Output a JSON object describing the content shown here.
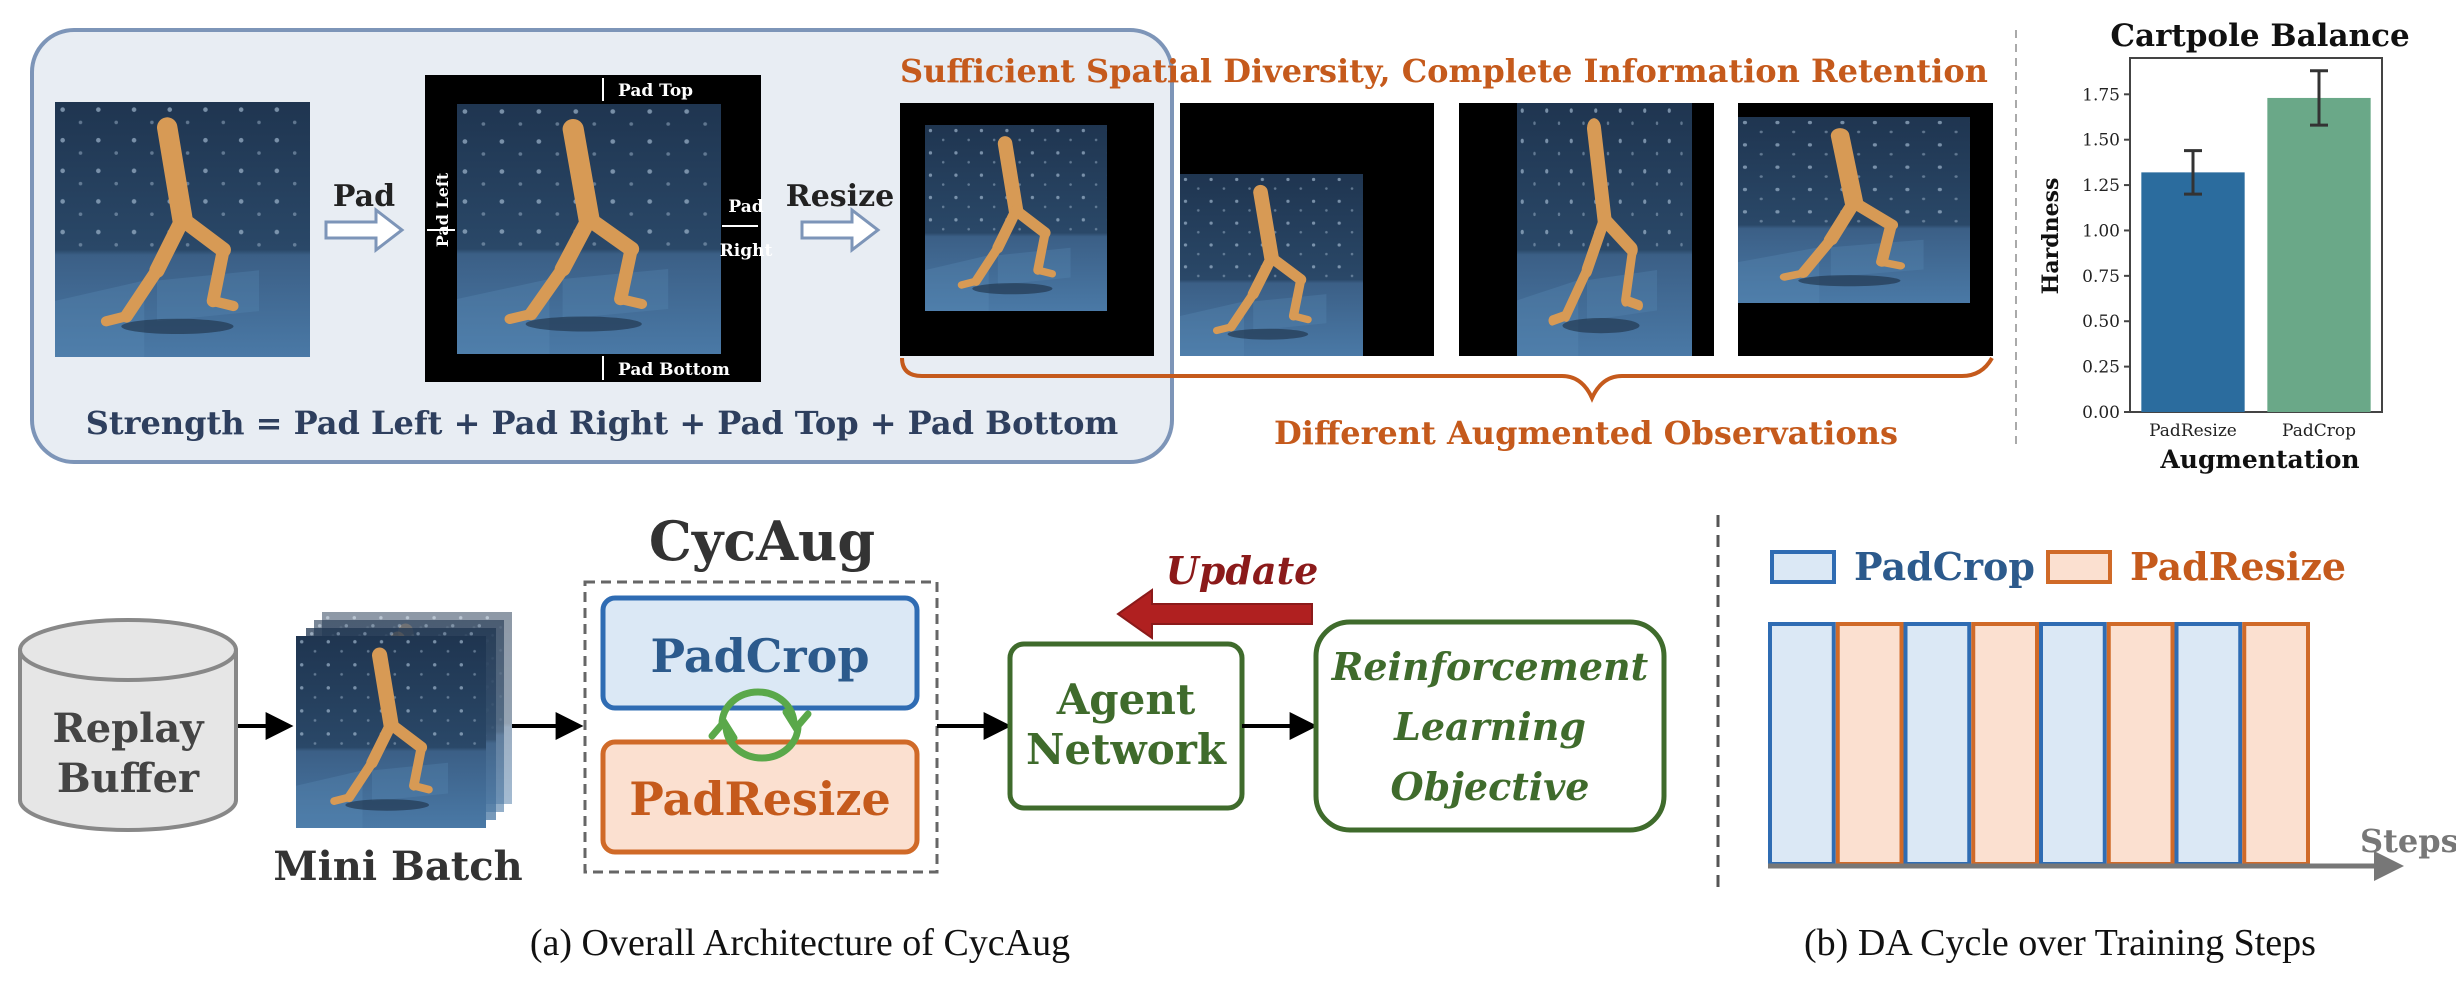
{
  "pad_section": {
    "pad_label": "Pad",
    "resize_label": "Resize",
    "pad_top": "Pad Top",
    "pad_bottom": "Pad Bottom",
    "pad_left": "Pad Left",
    "pad_right_1": "Pad",
    "pad_right_2": "Right",
    "strength_formula": "Strength = Pad Left + Pad Right + Pad Top + Pad Bottom"
  },
  "augmented": {
    "top_caption": "Sufficient Spatial Diversity, Complete Information Retention",
    "bottom_caption": "Different Augmented Observations"
  },
  "architecture": {
    "cycaug_title": "CycAug",
    "padcrop": "PadCrop",
    "padresize": "PadResize",
    "replay_buffer_1": "Replay",
    "replay_buffer_2": "Buffer",
    "mini_batch": "Mini Batch",
    "agent_network_1": "Agent",
    "agent_network_2": "Network",
    "rl_objective_1": "Reinforcement",
    "rl_objective_2": "Learning",
    "rl_objective_3": "Objective",
    "update": "Update",
    "caption": "(a) Overall Architecture of CycAug"
  },
  "cycle": {
    "legend_padcrop": "PadCrop",
    "legend_padresize": "PadResize",
    "steps": "Steps",
    "sequence": [
      "PadCrop",
      "PadResize",
      "PadCrop",
      "PadResize",
      "PadCrop",
      "PadResize",
      "PadCrop",
      "PadResize"
    ],
    "caption": "(b) DA Cycle over Training Steps"
  },
  "chart_data": {
    "type": "bar",
    "title": "Cartpole Balance",
    "xlabel": "Augmentation",
    "ylabel": "Hardness",
    "categories": [
      "PadResize",
      "PadCrop"
    ],
    "values": [
      1.32,
      1.73
    ],
    "errors": [
      0.12,
      0.15
    ],
    "ylim": [
      0,
      1.95
    ],
    "yticks": [
      "0.00",
      "0.25",
      "0.50",
      "0.75",
      "1.00",
      "1.25",
      "1.50",
      "1.75"
    ],
    "bar_colors": [
      "#2b6c9e",
      "#6aa888"
    ],
    "grid": false
  },
  "colors": {
    "accent_orange": "#c55a1c",
    "blue": "#2c5a8c",
    "green": "#3f6b2c",
    "update_red": "#8b1a1a",
    "padcrop_fill": "#dbe8f5",
    "padresize_fill": "#fbe0d0"
  }
}
